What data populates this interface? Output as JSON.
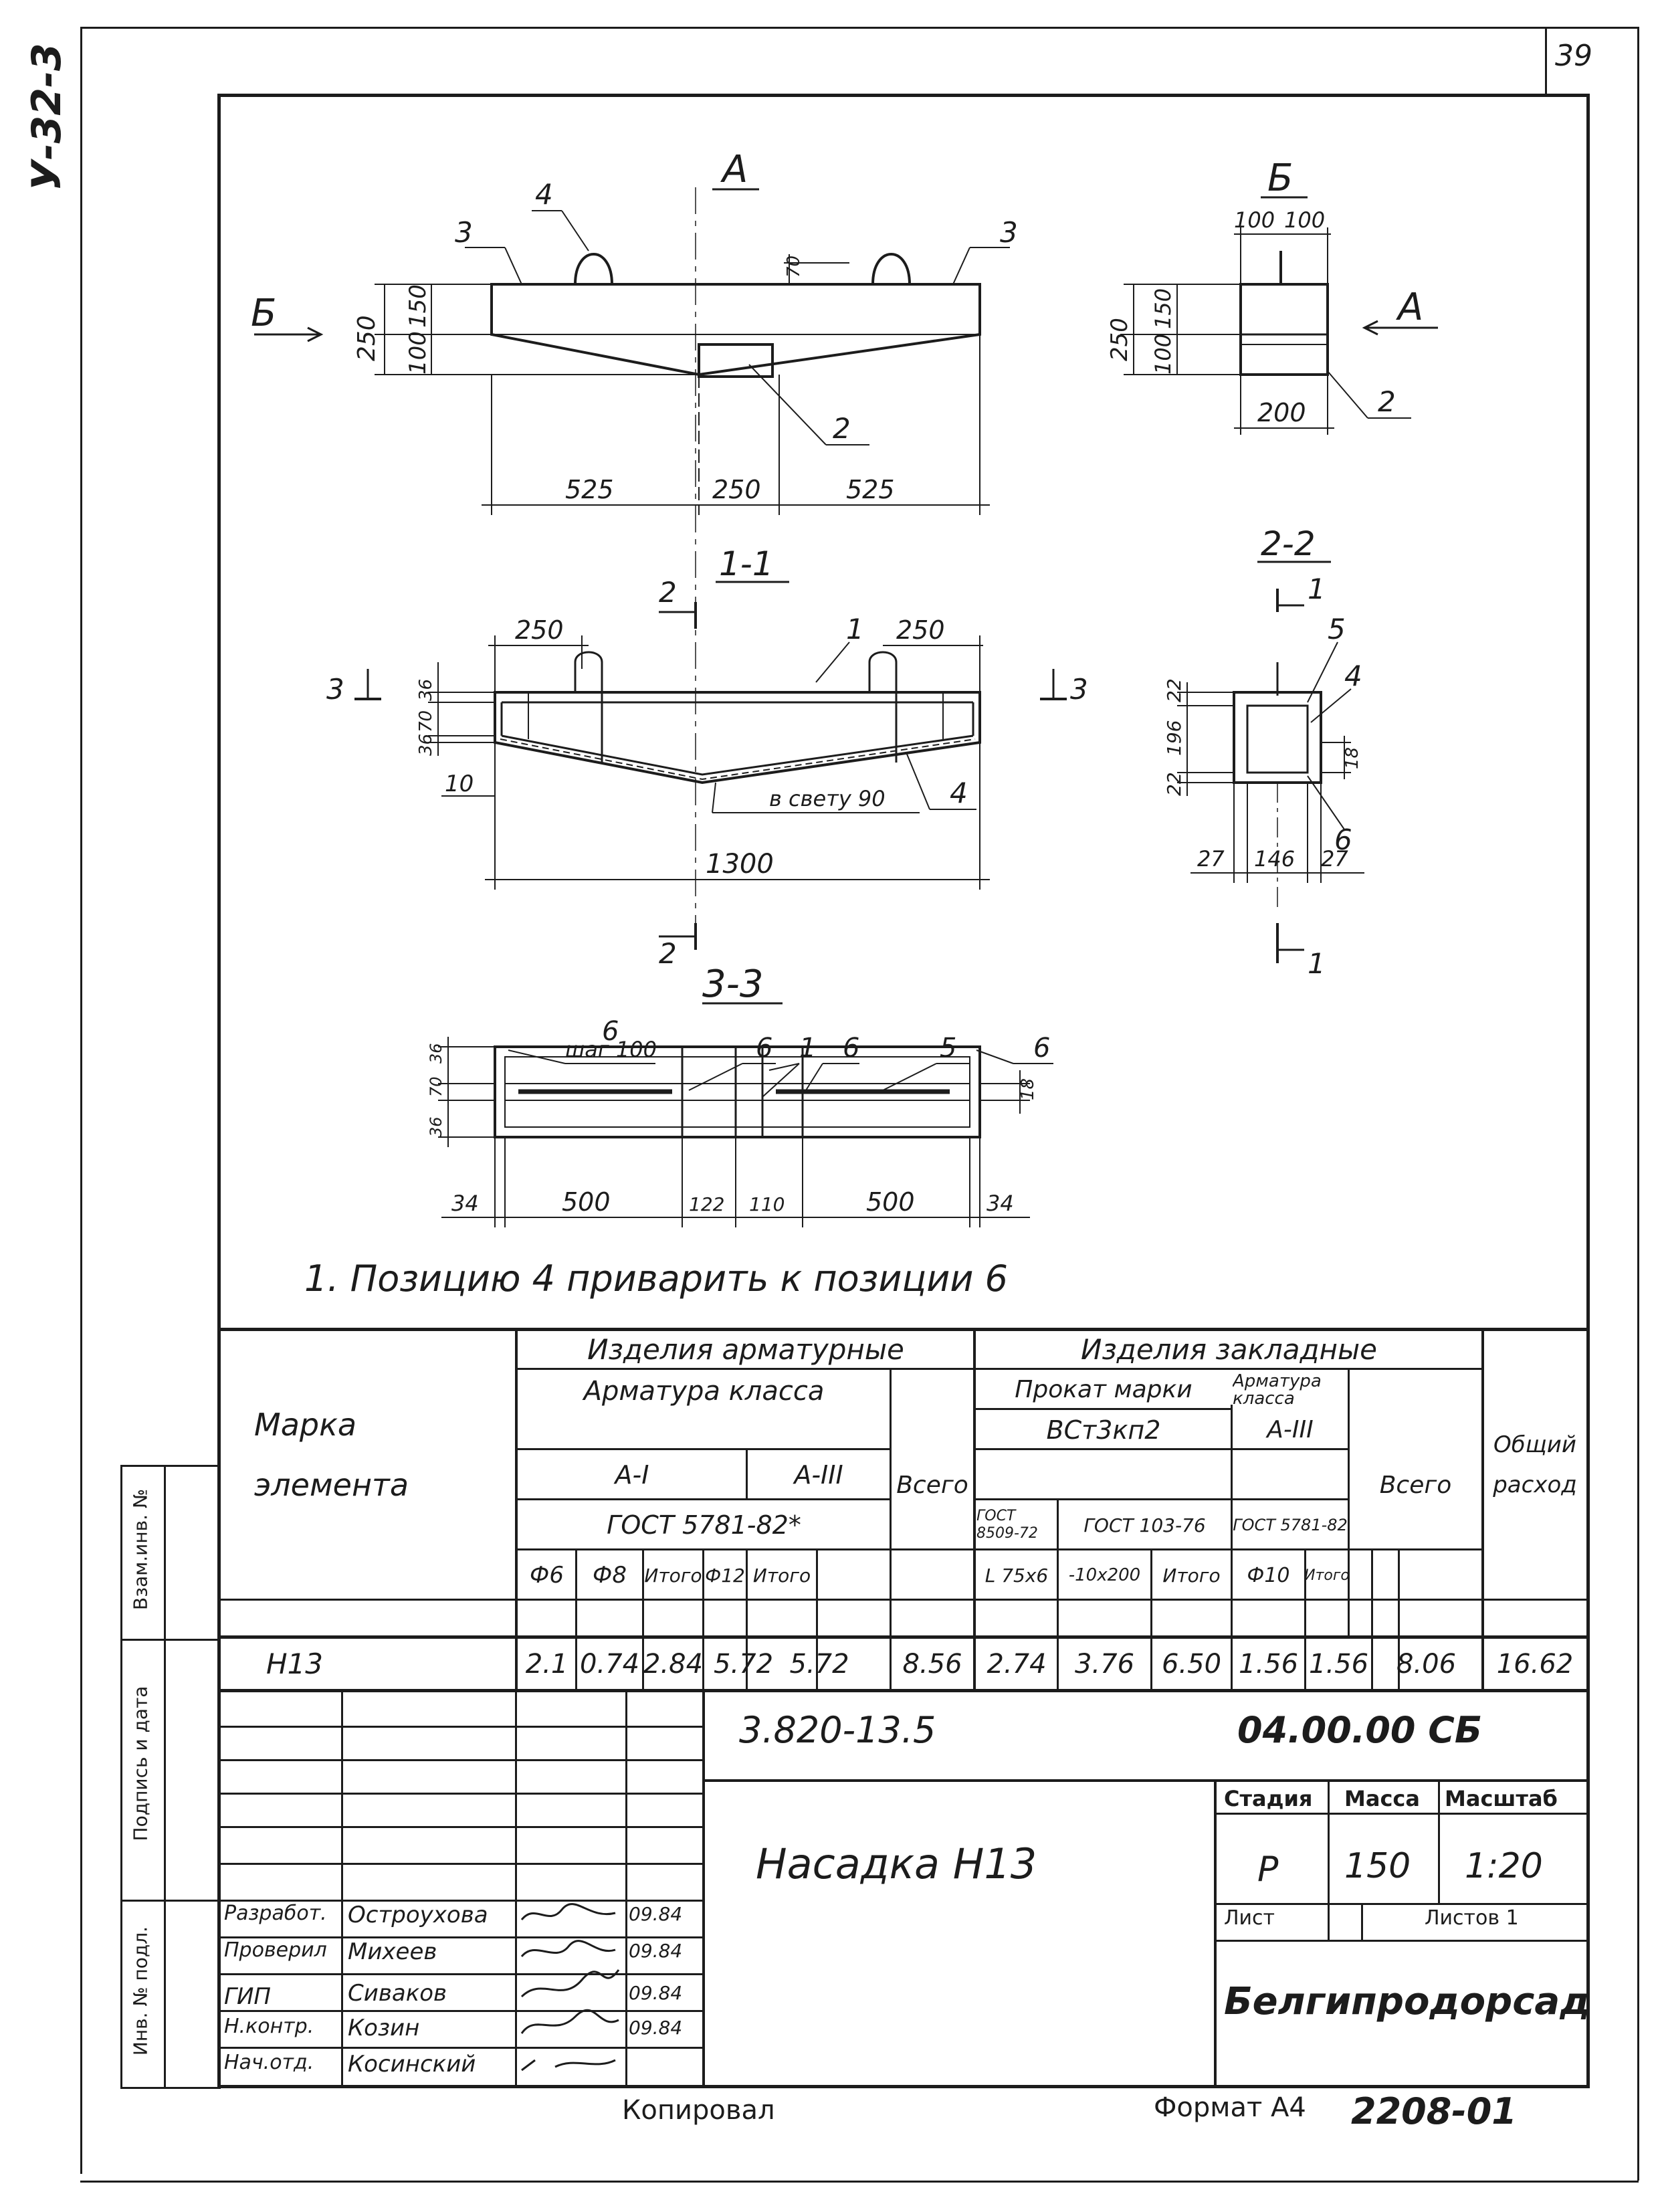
{
  "sheet": {
    "corner_code": "У-32-3",
    "page_number": "39",
    "copied_label": "Копировал",
    "format_label": "Формат А4",
    "format_number": "2208-01"
  },
  "views": {
    "view_a_label": "А",
    "view_b_label": "Б",
    "arrow_b": "Б",
    "arrow_a": "А",
    "section_11": "1-1",
    "section_22": "2-2",
    "section_33": "3-3",
    "dims_a": [
      "250",
      "150",
      "100",
      "525",
      "250",
      "525",
      "70"
    ],
    "dims_b": [
      "100",
      "100",
      "250",
      "150",
      "100",
      "200"
    ],
    "dims_11": [
      "250",
      "250",
      "36",
      "70",
      "36",
      "10",
      "1300",
      "в свету 90"
    ],
    "dims_22": [
      "22",
      "196",
      "22",
      "18",
      "27",
      "146",
      "27"
    ],
    "dims_33": [
      "шаг 100",
      "36",
      "70",
      "36",
      "18",
      "34",
      "500",
      "122",
      "110",
      "500",
      "34"
    ],
    "positions": [
      "1",
      "2",
      "3",
      "4",
      "5",
      "6"
    ],
    "cut_marks": [
      "2",
      "3",
      "1"
    ]
  },
  "note": "1. Позицию 4 приварить к позиции 6",
  "spec_table": {
    "col_mark": "Марка элемента",
    "group_armature": "Изделия арматурные",
    "group_embedded": "Изделия закладные",
    "armature_class": "Арматура класса",
    "rolled_grade": "Прокат марки",
    "armature_class_2": "Арматура класса",
    "class_a1": "А-I",
    "class_a3": "А-III",
    "steel_grade": "ВСт3кп2",
    "class_a3_2": "А-III",
    "gost_5781": "ГОСТ 5781-82*",
    "gost_8509": "ГОСТ 8509-72",
    "gost_103": "ГОСТ 103-76",
    "gost_5781_b": "ГОСТ 5781-82",
    "total": "Всего",
    "total_2": "Всего",
    "total_consumption": "Общий расход",
    "sub_headers": [
      "Ф6",
      "Ф8",
      "Итого",
      "Ф12",
      "Итого",
      "L 75х6",
      "-10х200",
      "Итого",
      "Ф10",
      "Итого"
    ],
    "row": {
      "mark": "Н13",
      "values": [
        "2.1",
        "0.74",
        "2.84",
        "5.72",
        "5.72",
        "8.56",
        "2.74",
        "3.76",
        "6.50",
        "1.56",
        "1.56",
        "8.06",
        "16.62"
      ]
    }
  },
  "title_block": {
    "doc_number_left": "3.820-13.5",
    "doc_number_right": "04.00.00 СБ",
    "title": "Насадка Н13",
    "stage_label": "Стадия",
    "mass_label": "Масса",
    "scale_label": "Масштаб",
    "stage_value": "Р",
    "mass_value": "150",
    "scale_value": "1:20",
    "sheet_label": "Лист",
    "sheets_label": "Листов 1",
    "organization": "Белгипродорсад",
    "signatures": [
      {
        "role": "Разработ.",
        "name": "Остроухова",
        "date": "09.84"
      },
      {
        "role": "Проверил",
        "name": "Михеев",
        "date": "09.84"
      },
      {
        "role": "ГИП",
        "name": "Сиваков",
        "date": "09.84"
      },
      {
        "role": "Н.контр.",
        "name": "Козин",
        "date": "09.84"
      },
      {
        "role": "Нач.отд.",
        "name": "Косинский",
        "date": ""
      }
    ]
  },
  "side_stamp": {
    "inv_orig": "Инв. № подл.",
    "sign_date": "Подпись и дата",
    "vzam": "Взам.инв. №"
  }
}
